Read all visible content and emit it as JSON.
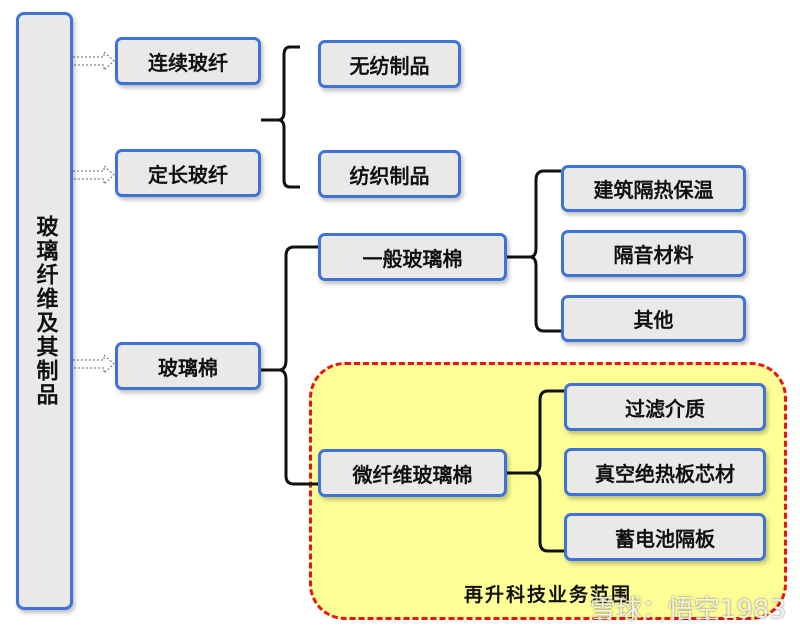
{
  "root": {
    "label": "玻璃纤维及其制品"
  },
  "level1": {
    "continuous": "连续玻纤",
    "chopped": "定长玻纤",
    "glasswool": "玻璃棉"
  },
  "level2": {
    "nonwoven": "无纺制品",
    "woven": "纺织制品",
    "general_wool": "一般玻璃棉",
    "micro_wool": "微纤维玻璃棉"
  },
  "level3": {
    "building_insulation": "建筑隔热保温",
    "acoustic_material": "隔音材料",
    "other": "其他",
    "filter_media": "过滤介质",
    "vacuum_insulation_core": "真空绝热板芯材",
    "battery_separator": "蓄电池隔板"
  },
  "highlight": {
    "label": "再升科技业务范围",
    "border_color": "#e8141c",
    "fill_color": "#fefe96"
  },
  "watermark": "雪球：悟空1983",
  "colors": {
    "box_border": "#3f73d8",
    "box_fill": "#e9e9ea",
    "connector": "#111111"
  }
}
